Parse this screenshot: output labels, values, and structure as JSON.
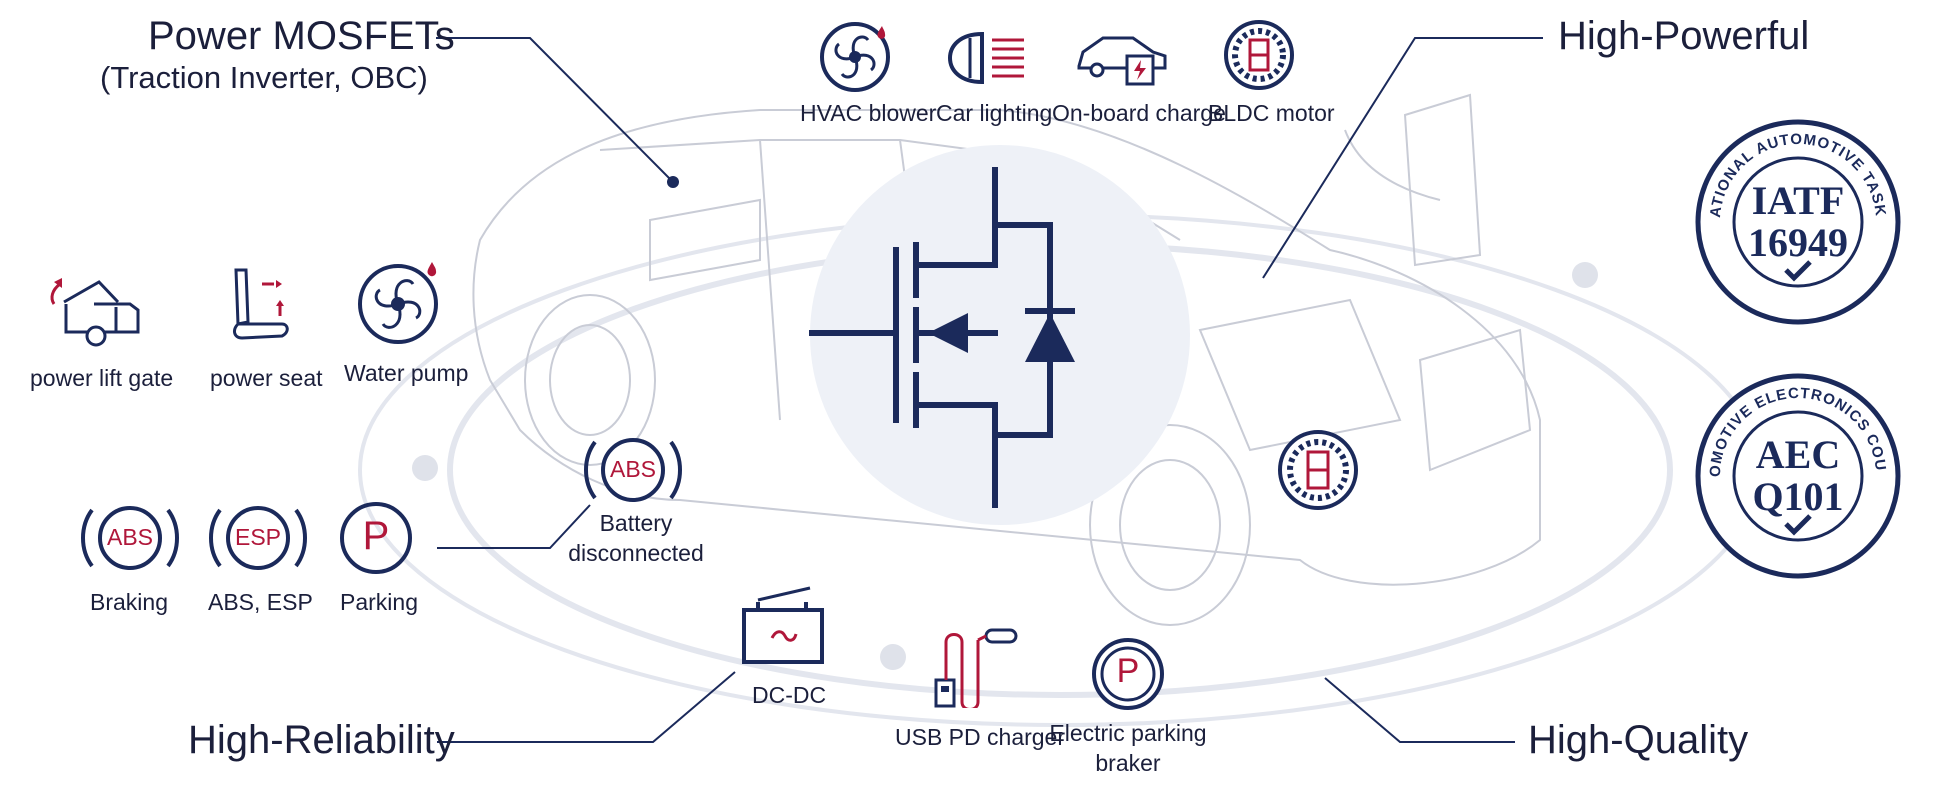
{
  "colors": {
    "navy": "#1b2a5b",
    "red": "#b0173a",
    "car_line": "#c9ccd6",
    "center_bg": "#eef1f7",
    "orbit": "#e3e6ee"
  },
  "headings": {
    "power_mosfets": "Power MOSFETs",
    "power_mosfets_sub": "(Traction Inverter, OBC)",
    "high_powerful": "High-Powerful",
    "high_reliability": "High-Reliability",
    "high_quality": "High-Quality"
  },
  "top_apps": [
    {
      "label": "HVAC blower",
      "icon": "fan-icon"
    },
    {
      "label": "Car lighting",
      "icon": "headlight-icon"
    },
    {
      "label": "On-board charge",
      "icon": "ev-charging-car-icon"
    },
    {
      "label": "BLDC motor",
      "icon": "motor-icon"
    }
  ],
  "left_apps": [
    {
      "label": "power lift gate",
      "icon": "lift-gate-icon"
    },
    {
      "label": "power seat",
      "icon": "seat-icon"
    },
    {
      "label": "Water pump",
      "icon": "water-pump-icon"
    }
  ],
  "brake_apps": [
    {
      "label": "Braking",
      "icon_text": "ABS",
      "icon": "abs-icon"
    },
    {
      "label": "ABS, ESP",
      "icon_text": "ESP",
      "icon": "esp-icon"
    },
    {
      "label": "Parking",
      "icon_text": "P",
      "icon": "parking-icon"
    }
  ],
  "battery": {
    "label": "Battery\ndisconnected",
    "icon_text": "ABS",
    "icon": "abs-icon"
  },
  "bottom_apps": [
    {
      "label": "DC-DC",
      "icon": "battery-icon"
    },
    {
      "label": "USB PD charger",
      "icon": "usb-charger-icon"
    },
    {
      "label": "Electric parking\nbraker",
      "icon_text": "P",
      "icon": "parking-brake-icon"
    }
  ],
  "seals": [
    {
      "ring_text": "INTERNATIONAL AUTOMOTIVE TASK FORCE",
      "line1": "IATF",
      "line2": "16949"
    },
    {
      "ring_text": "AUTOMOTIVE ELECTRONICS COUNCIL",
      "line1": "AEC",
      "line2": "Q101"
    }
  ]
}
